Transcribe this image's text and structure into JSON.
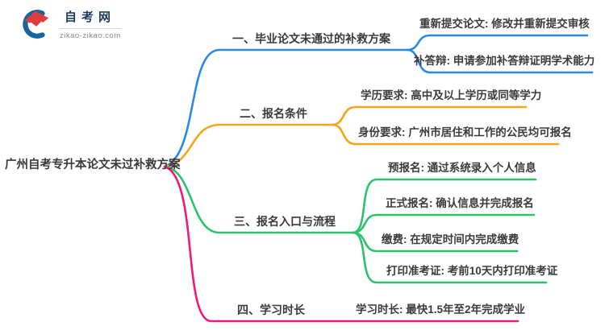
{
  "logo": {
    "name": "自考网",
    "domain": "zikao-zikao.com",
    "cap_color": "#e23b3f",
    "swoosh_color": "#1565a0"
  },
  "root": {
    "label": "广州自考专升本论文未过补救方案"
  },
  "branches": [
    {
      "label": "一、毕业论文未通过的补救方案",
      "color": "#2b88e8",
      "children": [
        {
          "label": "重新提交论文: 修改并重新提交审核"
        },
        {
          "label": "补答辩: 申请参加补答辩证明学术能力"
        }
      ]
    },
    {
      "label": "二、报名条件",
      "color": "#f7a416",
      "children": [
        {
          "label": "学历要求: 高中及以上学历或同等学力"
        },
        {
          "label": "身份要求: 广州市居住和工作的公民均可报名"
        }
      ]
    },
    {
      "label": "三、报名入口与流程",
      "color": "#2ec16d",
      "children": [
        {
          "label": "预报名: 通过系统录入个人信息"
        },
        {
          "label": "正式报名: 确认信息并完成报名"
        },
        {
          "label": "缴费: 在规定时间内完成缴费"
        },
        {
          "label": "打印准考证: 考前10天内打印准考证"
        }
      ]
    },
    {
      "label": "四、学习时长",
      "color": "#f01879",
      "children": [
        {
          "label": "学习时长: 最快1.5年至2年完成学业"
        }
      ]
    }
  ]
}
